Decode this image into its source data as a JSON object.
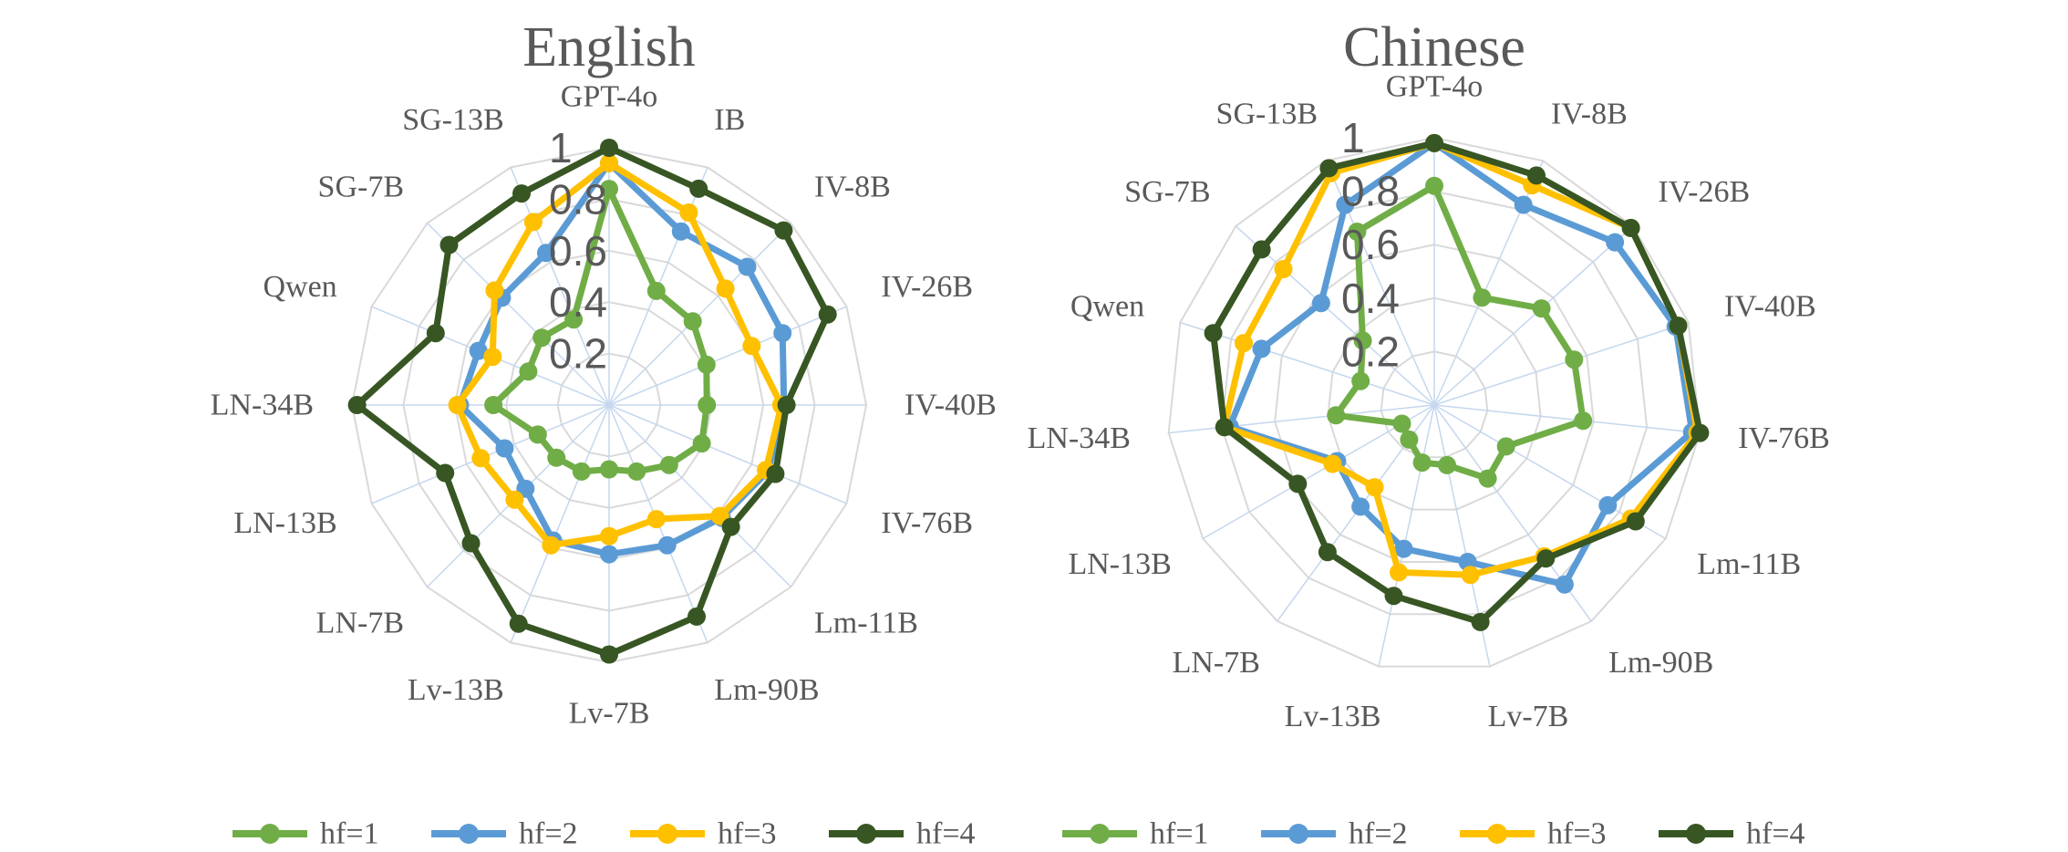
{
  "legend": [
    {
      "label": "hf=1",
      "color": "#70ad47"
    },
    {
      "label": "hf=2",
      "color": "#5b9bd5"
    },
    {
      "label": "hf=3",
      "color": "#ffc000"
    },
    {
      "label": "hf=4",
      "color": "#375623"
    }
  ],
  "chart_data": [
    {
      "type": "radar",
      "title": "English",
      "categories": [
        "GPT-4o",
        "IB",
        "IV-8B",
        "IV-26B",
        "IV-40B",
        "IV-76B",
        "Lm-11B",
        "Lm-90B",
        "Lv-7B",
        "Lv-13B",
        "LN-7B",
        "LN-13B",
        "LN-34B",
        "Qwen",
        "SG-7B",
        "SG-13B"
      ],
      "ticks": [
        "0.2",
        "0.4",
        "0.6",
        "0.8",
        "1"
      ],
      "rlim": [
        0,
        1
      ],
      "grid": true,
      "legend_position": "bottom",
      "series": [
        {
          "name": "hf=1",
          "color": "#70ad47",
          "values": [
            0.84,
            0.48,
            0.46,
            0.41,
            0.38,
            0.39,
            0.33,
            0.28,
            0.25,
            0.28,
            0.29,
            0.3,
            0.45,
            0.34,
            0.37,
            0.36
          ]
        },
        {
          "name": "hf=2",
          "color": "#5b9bd5",
          "values": [
            0.94,
            0.73,
            0.76,
            0.73,
            0.68,
            0.67,
            0.62,
            0.59,
            0.58,
            0.57,
            0.46,
            0.44,
            0.58,
            0.55,
            0.59,
            0.64
          ]
        },
        {
          "name": "hf=3",
          "color": "#ffc000",
          "values": [
            0.94,
            0.81,
            0.64,
            0.6,
            0.67,
            0.66,
            0.61,
            0.48,
            0.51,
            0.59,
            0.52,
            0.54,
            0.59,
            0.49,
            0.63,
            0.77
          ]
        },
        {
          "name": "hf=4",
          "color": "#375623",
          "values": [
            1.0,
            0.91,
            0.96,
            0.92,
            0.69,
            0.7,
            0.67,
            0.89,
            0.97,
            0.92,
            0.76,
            0.69,
            0.98,
            0.73,
            0.88,
            0.89
          ]
        }
      ]
    },
    {
      "type": "radar",
      "title": "Chinese",
      "categories": [
        "GPT-4o",
        "IV-8B",
        "IV-26B",
        "IV-40B",
        "IV-76B",
        "Lm-11B",
        "Lm-90B",
        "Lv-7B",
        "Lv-13B",
        "LN-7B",
        "LN-13B",
        "LN-34B",
        "Qwen",
        "SG-7B",
        "SG-13B"
      ],
      "ticks": [
        "0.2",
        "0.4",
        "0.6",
        "0.8",
        "1"
      ],
      "rlim": [
        0,
        1
      ],
      "grid": true,
      "legend_position": "bottom",
      "series": [
        {
          "name": "hf=1",
          "color": "#70ad47",
          "values": [
            0.82,
            0.44,
            0.54,
            0.55,
            0.56,
            0.31,
            0.34,
            0.23,
            0.22,
            0.16,
            0.14,
            0.37,
            0.29,
            0.36,
            0.71
          ]
        },
        {
          "name": "hf=2",
          "color": "#5b9bd5",
          "values": [
            0.98,
            0.82,
            0.91,
            0.95,
            0.97,
            0.75,
            0.83,
            0.6,
            0.55,
            0.47,
            0.42,
            0.77,
            0.68,
            0.57,
            0.82
          ]
        },
        {
          "name": "hf=3",
          "color": "#ffc000",
          "values": [
            0.98,
            0.9,
            0.99,
            0.96,
            0.99,
            0.85,
            0.7,
            0.65,
            0.64,
            0.38,
            0.44,
            0.79,
            0.75,
            0.76,
            0.95
          ]
        },
        {
          "name": "hf=4",
          "color": "#375623",
          "values": [
            0.98,
            0.94,
            0.99,
            0.96,
            1.0,
            0.87,
            0.71,
            0.83,
            0.73,
            0.68,
            0.59,
            0.79,
            0.87,
            0.87,
            0.97
          ]
        }
      ]
    }
  ]
}
